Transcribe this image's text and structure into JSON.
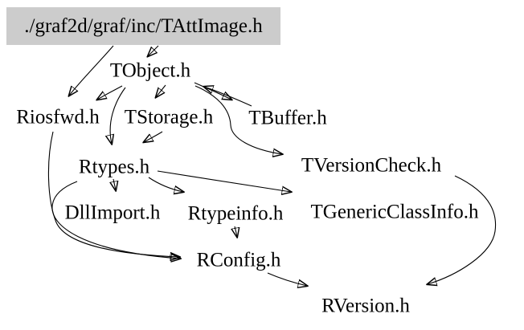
{
  "diagram": {
    "kind": "include-dependency-graph",
    "colors": {
      "background": "#ffffff",
      "edge": "#000000",
      "text": "#000000",
      "root_fill": "#cccccc"
    },
    "root_node": {
      "label": "./graf2d/graf/inc/TAttImage.h"
    },
    "nodes": [
      {
        "id": "TObject",
        "label": "TObject.h"
      },
      {
        "id": "Riosfwd",
        "label": "Riosfwd.h"
      },
      {
        "id": "TStorage",
        "label": "TStorage.h"
      },
      {
        "id": "TBuffer",
        "label": "TBuffer.h"
      },
      {
        "id": "Rtypes",
        "label": "Rtypes.h"
      },
      {
        "id": "TVersionCheck",
        "label": "TVersionCheck.h"
      },
      {
        "id": "DllImport",
        "label": "DllImport.h"
      },
      {
        "id": "Rtypeinfo",
        "label": "Rtypeinfo.h"
      },
      {
        "id": "TGenericClassInfo",
        "label": "TGenericClassInfo.h"
      },
      {
        "id": "RConfig",
        "label": "RConfig.h"
      },
      {
        "id": "RVersion",
        "label": "RVersion.h"
      }
    ],
    "edges": [
      {
        "from": "./graf2d/graf/inc/TAttImage.h",
        "to": "TObject.h"
      },
      {
        "from": "./graf2d/graf/inc/TAttImage.h",
        "to": "Riosfwd.h"
      },
      {
        "from": "TObject.h",
        "to": "Riosfwd.h"
      },
      {
        "from": "TObject.h",
        "to": "TStorage.h"
      },
      {
        "from": "TObject.h",
        "to": "TBuffer.h"
      },
      {
        "from": "TBuffer.h",
        "to": "TObject.h"
      },
      {
        "from": "TObject.h",
        "to": "Rtypes.h"
      },
      {
        "from": "TStorage.h",
        "to": "Rtypes.h"
      },
      {
        "from": "TObject.h",
        "to": "TVersionCheck.h"
      },
      {
        "from": "Rtypes.h",
        "to": "DllImport.h"
      },
      {
        "from": "Rtypes.h",
        "to": "Rtypeinfo.h"
      },
      {
        "from": "Rtypes.h",
        "to": "TGenericClassInfo.h"
      },
      {
        "from": "Riosfwd.h",
        "to": "RConfig.h"
      },
      {
        "from": "Rtypes.h",
        "to": "RConfig.h"
      },
      {
        "from": "Rtypeinfo.h",
        "to": "RConfig.h"
      },
      {
        "from": "RConfig.h",
        "to": "RVersion.h"
      },
      {
        "from": "TVersionCheck.h",
        "to": "RVersion.h"
      }
    ]
  }
}
